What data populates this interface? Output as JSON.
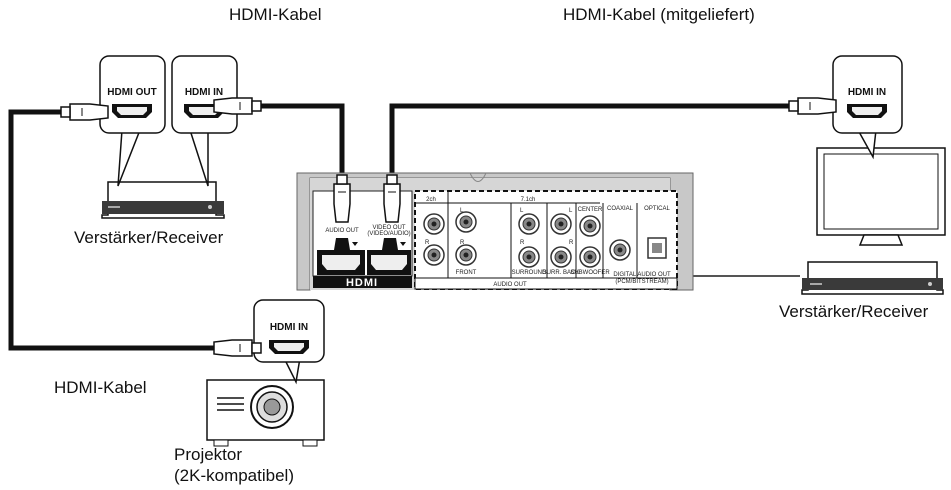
{
  "cable_labels": {
    "top_left": "HDMI-Kabel",
    "top_right": "HDMI-Kabel (mitgeliefert)",
    "bottom_left": "HDMI-Kabel"
  },
  "devices": {
    "amp_left": "Verstärker/Receiver",
    "amp_right": "Verstärker/Receiver",
    "projector_line1": "Projektor",
    "projector_line2": "(2K-kompatibel)"
  },
  "callouts": {
    "amp_out": "HDMI OUT",
    "amp_in": "HDMI IN",
    "tv_in": "HDMI IN",
    "projector_in": "HDMI IN"
  },
  "panel": {
    "audio_out_port": "AUDIO OUT",
    "video_out_line1": "VIDEO OUT",
    "video_out_line2": "(VIDEO/AUDIO)",
    "hdmi_logo": "HDMI",
    "ch2": "2ch",
    "ch71": "7.1ch",
    "l": "L",
    "r": "R",
    "front": "FRONT",
    "surround": "SURROUND",
    "surr_back": "SURR. BACK",
    "center": "CENTER",
    "subwoofer": "SUBWOOFER",
    "coaxial": "COAXIAL",
    "optical": "OPTICAL",
    "audio_out_group": "AUDIO OUT",
    "digital_line1": "DIGITAL AUDIO OUT",
    "digital_line2": "(PCM/BITSTREAM)"
  }
}
